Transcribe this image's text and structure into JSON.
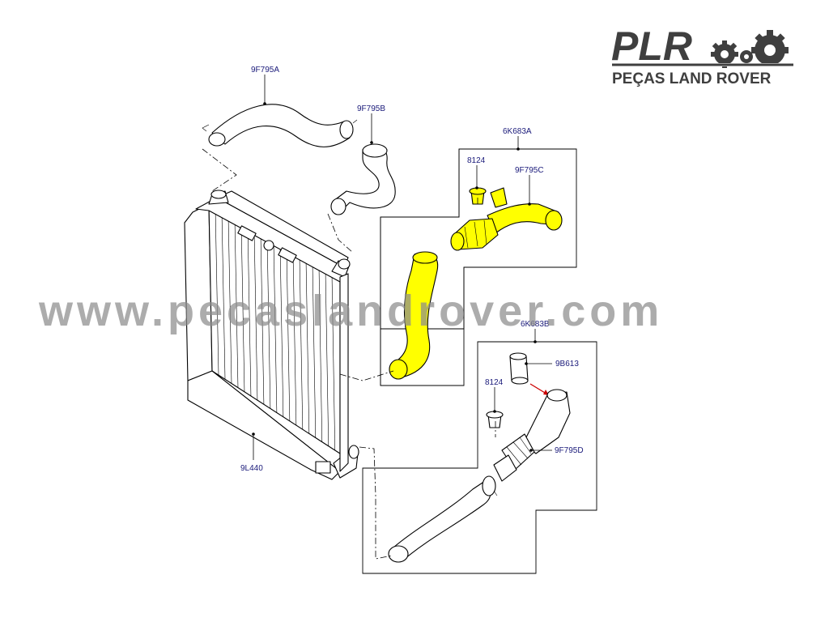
{
  "logo": {
    "brand": "PLR",
    "subtitle": "PEÇAS LAND ROVER"
  },
  "watermark": "www.pecaslandrover.com",
  "labels": {
    "hose_upper": "9F795A",
    "hose_mid": "9F795B",
    "kit_a": "6K683A",
    "clip_a": "8124",
    "hose_c": "9F795C",
    "kit_b": "6K683B",
    "sleeve": "9B613",
    "clip_b": "8124",
    "hose_d": "9F795D",
    "intercooler": "9L440"
  },
  "colors": {
    "highlight": "#ffff00",
    "label_text": "#1a1a7a",
    "accent_arrow": "#cc0000"
  }
}
